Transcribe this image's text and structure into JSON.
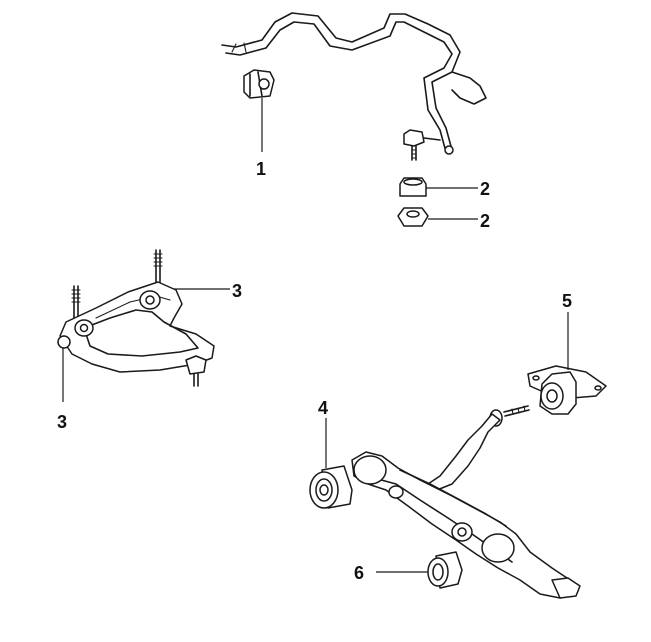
{
  "callouts": {
    "c1": "1",
    "c2a": "2",
    "c2b": "2",
    "c3a": "3",
    "c3b": "3",
    "c4": "4",
    "c5": "5",
    "c6": "6"
  },
  "parts": [
    {
      "callout": "1",
      "part": "stabilizer-bar-bushing-icon"
    },
    {
      "callout": "2",
      "part": "stabilizer-link-bushing-icon"
    },
    {
      "callout": "3",
      "part": "upper-arm-bushing-icon"
    },
    {
      "callout": "4",
      "part": "lower-arm-bushing-front-icon"
    },
    {
      "callout": "5",
      "part": "lower-arm-bushing-rear-icon"
    },
    {
      "callout": "6",
      "part": "lower-arm-bushing-small-icon"
    }
  ],
  "colors": {
    "line": "#1a1a1a",
    "background": "#ffffff"
  }
}
